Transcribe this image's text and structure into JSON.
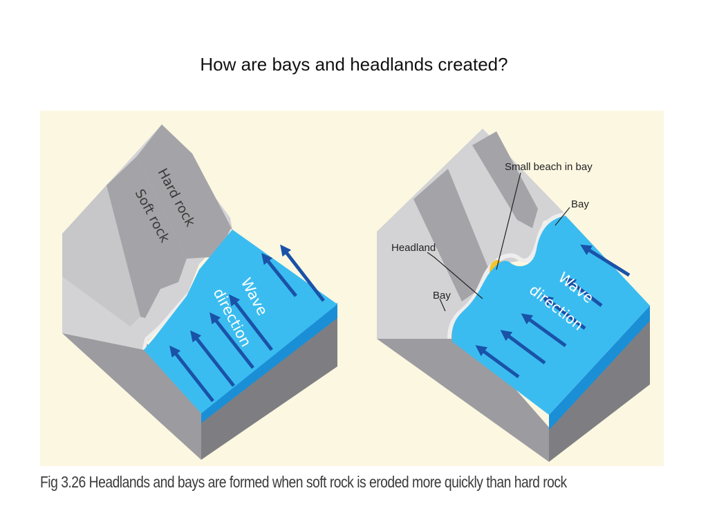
{
  "slide": {
    "title": "How are bays and headlands created?"
  },
  "figure": {
    "caption": "Fig 3.26 Headlands and bays are formed when soft rock is eroded more quickly than hard rock",
    "left_diagram": {
      "hard_rock_label": "Hard rock",
      "soft_rock_label": "Soft rock",
      "wave_label_line1": "Wave",
      "wave_label_line2": "direction"
    },
    "right_diagram": {
      "small_beach_label": "Small beach in bay",
      "bay_top_label": "Bay",
      "headland_label": "Headland",
      "bay_left_label": "Bay",
      "wave_label_line1": "Wave",
      "wave_label_line2": "direction"
    },
    "colors": {
      "sea": "#3bbcf0",
      "sea_edge": "#1b8fd6",
      "arrow": "#1a52a8",
      "hard_rock": "#d3d3d5",
      "soft_rock": "#a4a4a8",
      "beach": "#f3c630",
      "panel_bg": "#fcf7e1"
    }
  }
}
